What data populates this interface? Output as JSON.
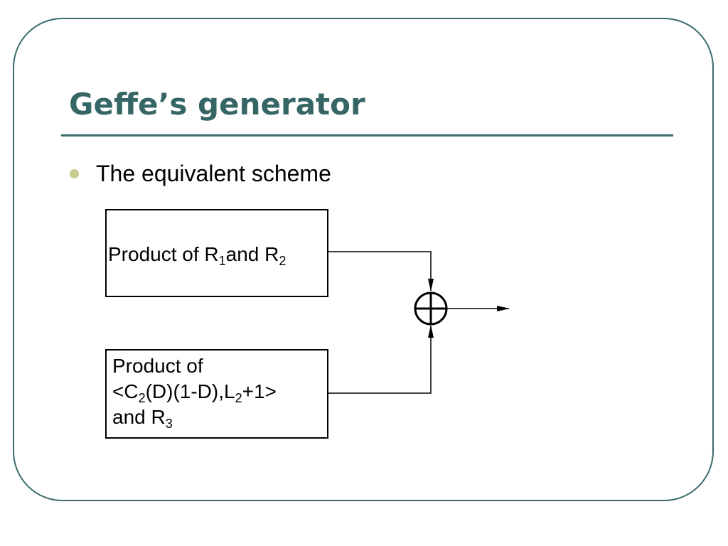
{
  "slide": {
    "title": "Geffe’s generator",
    "bullet": "The equivalent scheme"
  },
  "diagram": {
    "box1": {
      "prefix": "Product of R",
      "sub1": "1",
      "mid": "and R",
      "sub2": "2"
    },
    "box2": {
      "line1": "Product of",
      "line2_a": "<C",
      "line2_sub1": "2",
      "line2_b": "(D)(1-D),L",
      "line2_sub2": "2",
      "line2_c": "+1>",
      "line3_a": "and R",
      "line3_sub": "3"
    },
    "combiner_symbol": "xor-circle-plus"
  },
  "colors": {
    "frame": "#3b6b6b",
    "title": "#356565",
    "bullet": "#c9c98e",
    "text": "#000000"
  }
}
